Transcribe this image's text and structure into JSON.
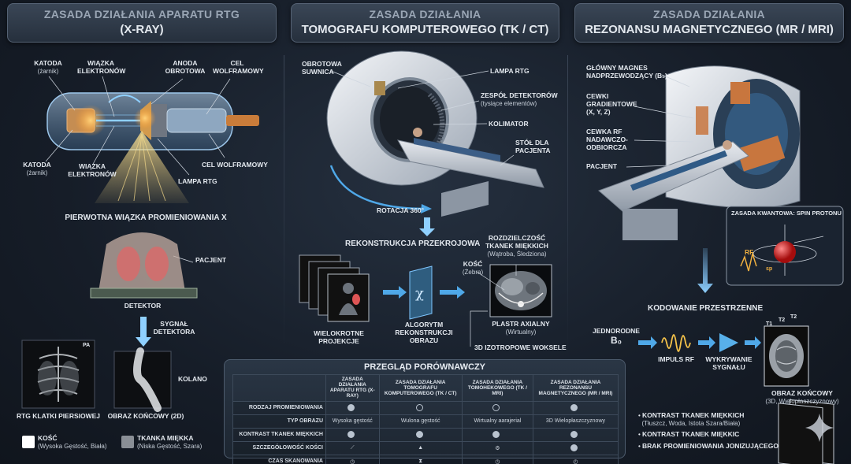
{
  "headers": {
    "xray": {
      "l1": "ZASADA DZIAŁANIA APARATU RTG",
      "l2": "(X-RAY)"
    },
    "ct": {
      "l1": "ZASADA DZIAŁANIA",
      "l2": "TOMOGRAFU KOMPUTEROWEGO (TK / CT)"
    },
    "mri": {
      "l1": "ZASADA DZIAŁANIA",
      "l2": "REZONANSU MAGNETYCZNEGO (MR / MRI)"
    }
  },
  "xray": {
    "katoda_top": "KATODA",
    "katoda_top_sub": "(żarnik)",
    "wiazka_top": "WIĄZKA\nELEKTRONÓW",
    "anoda": "ANODA\nOBROTOWA",
    "cel_top": "CEL\nWOLFRAMOWY",
    "katoda_bot": "KATODA",
    "katoda_bot_sub": "(żarnik)",
    "wiazka_bot": "WIĄZKA\nELEKTRONÓW",
    "cel_bot": "CEL WOLFRAMOWY",
    "lampa": "LAMPA RTG",
    "beam": "PIERWOTNA WIĄZKA PROMIENIOWANIA X",
    "pacjent": "PACJENT",
    "detektor": "DETEKTOR",
    "sygnal": "SYGNAŁ\nDETEKTORA",
    "pa": "PA",
    "kolano": "KOLANO",
    "cap_chest": "RTG KLATKI PIERSIOWEJ",
    "cap_knee": "OBRAZ KOŃCOWY (2D)",
    "leg_bone": "KOŚĆ",
    "leg_bone_sub": "(Wysoka Gęstość, Biała)",
    "leg_soft": "TKANKA MIĘKKA",
    "leg_soft_sub": "(Niska Gęstość, Szara)",
    "colors": {
      "bone": "#ffffff",
      "soft": "#8a8f96"
    }
  },
  "ct": {
    "suwnica": "OBROTOWA\nSUWNICA",
    "lampa": "LAMPA RTG",
    "zespol": "ZESPÓŁ DETEKTORÓW",
    "zespol_sub": "(tysiące elementów)",
    "kolimator": "KOLIMATOR",
    "stol": "STÓŁ DLA\nPACJENTA",
    "rotacja": "ROTACJA 360°",
    "rekon": "REKONSTRUKCJA PRZEKROJOWA",
    "rozdz": "ROZDZIELCZOŚĆ\nTKANEK MIĘKKICH",
    "rozdz_sub": "(Wątroba, Śledziona)",
    "kosc": "KOŚĆ",
    "kosc_sub": "(Żebra)",
    "wielo": "WIELOKROTNE\nPROJEKCJE",
    "algo": "ALGORYTM\nREKONSTRUKCJI\nOBRAZU",
    "plastr": "PLASTR AXIALNY",
    "plastr_sub": "(Wirtualny)",
    "woksele": "3D IZOTROPOWE WOKSELE"
  },
  "mri": {
    "magnes": "GŁÓWNY MAGNES\nNADPRZEWODZĄCY (B₀)",
    "cewki": "CEWKI\nGRADIENTOWE\n(X, Y, Z)",
    "rf": "CEWKA RF\nNADAWCZO-\nODBIORCZA",
    "pacjent": "PACJENT",
    "spin": "ZASADA KWANTOWA: SPIN PROTONU",
    "spin_rf": "RF",
    "spin_sp": "sp",
    "kodowanie": "KODOWANIE PRZESTRZENNE",
    "b0_l1": "JEDNORODNE",
    "b0_l2": "B₀",
    "impuls": "IMPULS RF",
    "wykryw": "WYKRYWANIE\nSYGNAŁU",
    "t1": "T1",
    "t2": "T2",
    "t3": "T2",
    "obraz": "OBRAZ KOŃCOWY",
    "obraz_sub": "(3D, Wielopłaszczyznowy)",
    "bullets": [
      {
        "b": "KONTRAST TKANEK MIĘKKICH",
        "s": "(Tłuszcz, Woda, Istota Szara/Biała)"
      },
      {
        "b": "KONTRAST TKANEK MIĘKKIC",
        "s": ""
      },
      {
        "b": "BRAK PROMIENIOWANIA JONIZUJĄCEGO",
        "s": ""
      }
    ]
  },
  "table": {
    "title": "PRZEGLĄD PORÓWNAWCZY",
    "cols": [
      "ZASADA DZIAŁANIA APARATU RTG (X-RAY)",
      "ZASADA DZIAŁANIA TOMOGRAFU KOMPUTEROWEGO (TK / CT)",
      "ZASADA DZIAŁANIA TOMOHEKOWEGO (TK / MRI)",
      "ZASADA DZIAŁANIA REZONANSU MAGNETYCZNEGO (MR / MRI)"
    ],
    "rows": [
      {
        "h": "RODZAJ PROMIENIOWANIA",
        "c": [
          "",
          "",
          "",
          ""
        ]
      },
      {
        "h": "TYP OBRAZU",
        "c": [
          "Wysoka gęstość",
          "Wulona gęstość",
          "Wirtualny aarajerial",
          "3D Wielopłaszczyznowy"
        ]
      },
      {
        "h": "KONTRAST TKANEK MIĘKKICH",
        "c": [
          "",
          "",
          "",
          ""
        ]
      },
      {
        "h": "SZCZEGÓŁOWOŚĆ KOŚCI",
        "c": [
          "",
          "",
          "",
          ""
        ]
      },
      {
        "h": "CZAS SKANOWANIA",
        "c": [
          "",
          "",
          "",
          ""
        ]
      }
    ]
  }
}
